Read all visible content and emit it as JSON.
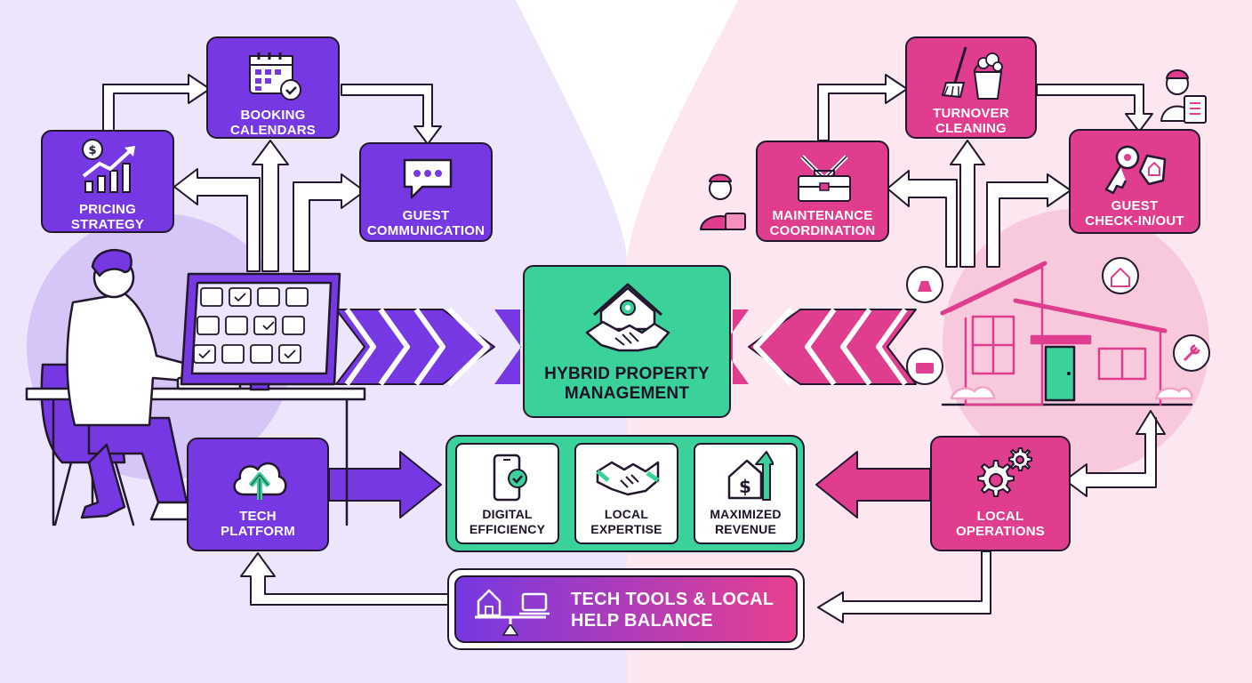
{
  "center": {
    "line1": "HYBRID PROPERTY",
    "line2": "MANAGEMENT"
  },
  "left_nodes": {
    "booking": {
      "line1": "BOOKING",
      "line2": "CALENDARS",
      "icon": "calendar-check-icon"
    },
    "pricing": {
      "line1": "PRICING",
      "line2": "STRATEGY",
      "icon": "growth-chart-icon"
    },
    "guest_comm": {
      "line1": "GUEST",
      "line2": "COMMUNICATION",
      "icon": "chat-bubble-icon"
    },
    "tech_platform": {
      "line1": "TECH",
      "line2": "PLATFORM",
      "icon": "cloud-upload-icon"
    }
  },
  "right_nodes": {
    "turnover": {
      "line1": "TURNOVER",
      "line2": "CLEANING",
      "icon": "cleaning-bucket-icon"
    },
    "maintenance": {
      "line1": "MAINTENANCE",
      "line2": "COORDINATION",
      "icon": "toolbox-icon"
    },
    "checkin": {
      "line1": "GUEST",
      "line2": "CHECK-IN/OUT",
      "icon": "keys-icon"
    },
    "local_ops": {
      "line1": "LOCAL",
      "line2": "OPERATIONS",
      "icon": "gears-icon"
    }
  },
  "benefits": [
    {
      "line1": "DIGITAL",
      "line2": "EFFICIENCY",
      "icon": "phone-check-icon"
    },
    {
      "line1": "LOCAL",
      "line2": "EXPERTISE",
      "icon": "handshake-icon"
    },
    {
      "line1": "MAXIMIZED",
      "line2": "REVENUE",
      "icon": "house-dollar-icon"
    }
  ],
  "balance": {
    "line1": "TECH TOOLS & LOCAL",
    "line2": "HELP BALANCE",
    "icon": "balance-scale-icon"
  },
  "colors": {
    "purple": "#7638e2",
    "pink": "#e03d8f",
    "green": "#3ad19a",
    "outline": "#23172e",
    "bg_left": "#ece5fb",
    "bg_right": "#fce6ef"
  }
}
